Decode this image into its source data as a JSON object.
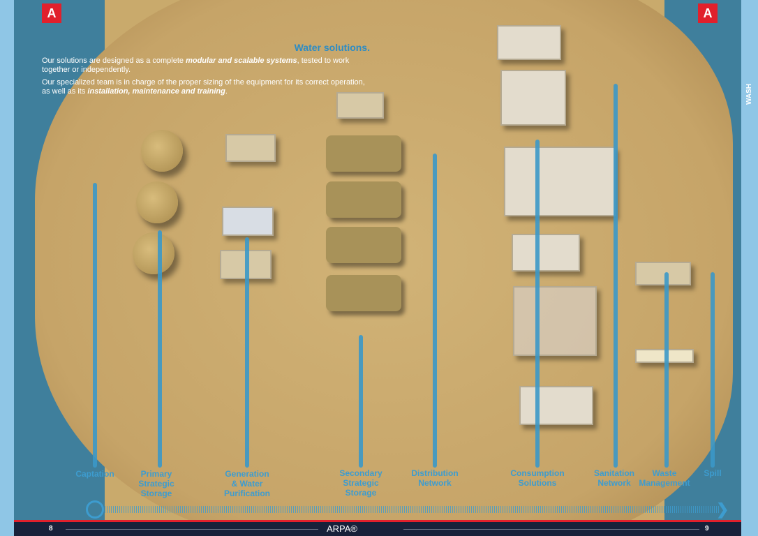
{
  "header": {
    "logo_letter": "A"
  },
  "intro": {
    "title": "Water solutions.",
    "p1_a": "Our solutions are designed as a complete ",
    "p1_b": "modular and scalable systems",
    "p1_c": ", tested to work together or independently.",
    "p2_a": "Our specialized team is in charge of the proper sizing of the equipment for its correct operation, as well as its ",
    "p2_b": "installation, maintenance and training",
    "p2_c": "."
  },
  "side_tab": {
    "label": "WASH"
  },
  "stages": [
    {
      "label": "Captation"
    },
    {
      "label": "Primary\nStrategic\nStorage"
    },
    {
      "label": "Generation\n& Water\nPurification"
    },
    {
      "label": "Secondary\nStrategic\nStorage"
    },
    {
      "label": "Distribution\nNetwork"
    },
    {
      "label": "Consumption\nSolutions"
    },
    {
      "label": "Sanitation\nNetwork"
    },
    {
      "label": "Waste\nManagement"
    },
    {
      "label": "Spill"
    }
  ],
  "footer": {
    "page_left": "8",
    "brand": "ARPA®",
    "page_right": "9"
  },
  "colors": {
    "accent": "#3d9ccf",
    "brand_red": "#e1202c",
    "footer_bg": "#18213a"
  }
}
